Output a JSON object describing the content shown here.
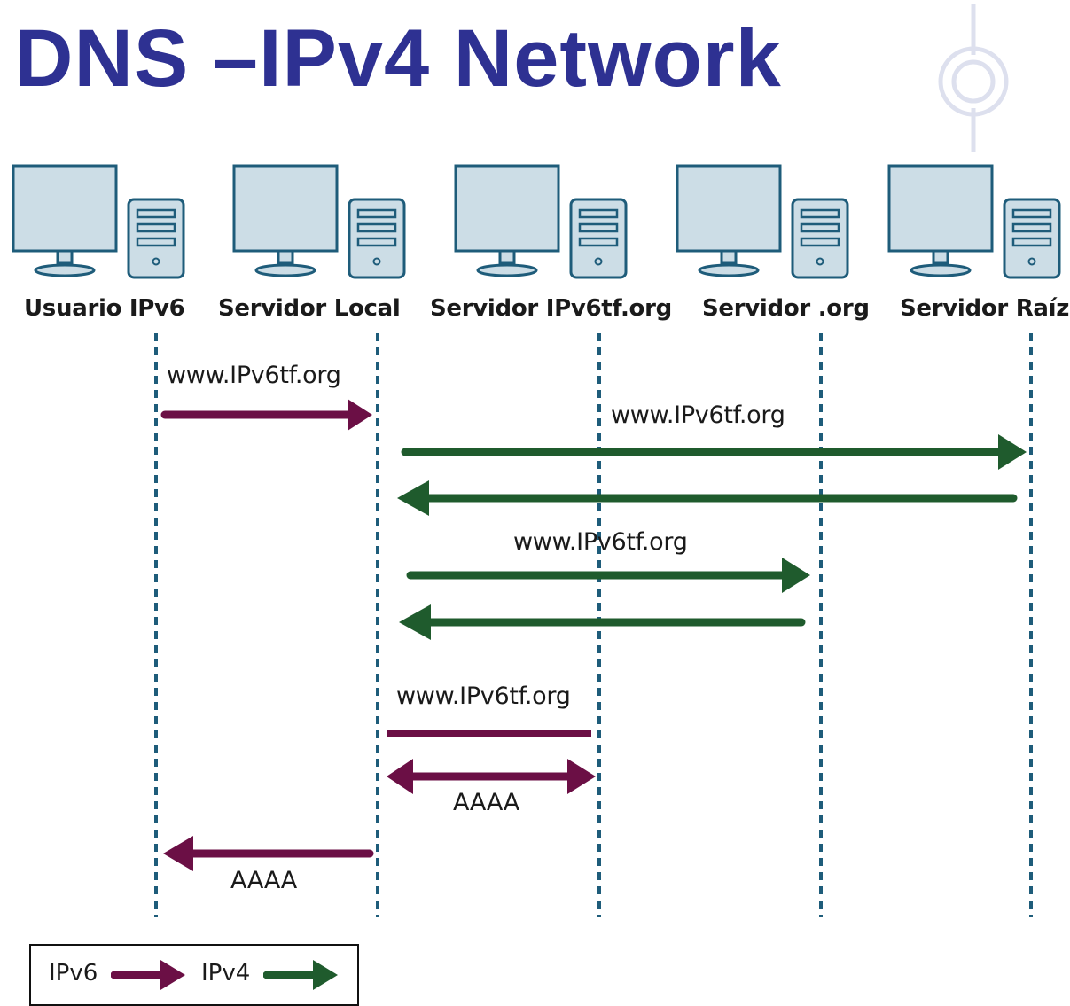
{
  "title": "DNS –IPv4 Network",
  "colors": {
    "title": "#2e3192",
    "ipv6": "#6b0f45",
    "ipv4": "#1f5b2d",
    "lifeline": "#1e5c7a",
    "computer_fill": "#ccdde6",
    "computer_stroke": "#1e5c7a"
  },
  "nodes": [
    {
      "label": "Usuario IPv6"
    },
    {
      "label": "Servidor Local"
    },
    {
      "label": "Servidor IPv6tf.org"
    },
    {
      "label": "Servidor .org"
    },
    {
      "label": "Servidor Raíz"
    }
  ],
  "messages": [
    {
      "from": "Usuario IPv6",
      "to": "Servidor Local",
      "protocol": "IPv6",
      "label": "www.IPv6tf.org"
    },
    {
      "from": "Servidor Local",
      "to": "Servidor Raíz",
      "protocol": "IPv4",
      "label": "www.IPv6tf.org"
    },
    {
      "from": "Servidor Raíz",
      "to": "Servidor Local",
      "protocol": "IPv4",
      "label": ""
    },
    {
      "from": "Servidor Local",
      "to": "Servidor .org",
      "protocol": "IPv4",
      "label": "www.IPv6tf.org"
    },
    {
      "from": "Servidor .org",
      "to": "Servidor Local",
      "protocol": "IPv4",
      "label": ""
    },
    {
      "from": "Servidor Local",
      "to": "Servidor IPv6tf.org",
      "protocol": "IPv6",
      "label": "www.IPv6tf.org"
    },
    {
      "from": "Servidor Local",
      "to": "Servidor IPv6tf.org",
      "protocol": "IPv6",
      "label": "AAAA",
      "bidirectional": true
    },
    {
      "from": "Servidor Local",
      "to": "Usuario IPv6",
      "protocol": "IPv6",
      "label": "AAAA"
    }
  ],
  "legend": {
    "ipv6_label": "IPv6",
    "ipv4_label": "IPv4"
  }
}
